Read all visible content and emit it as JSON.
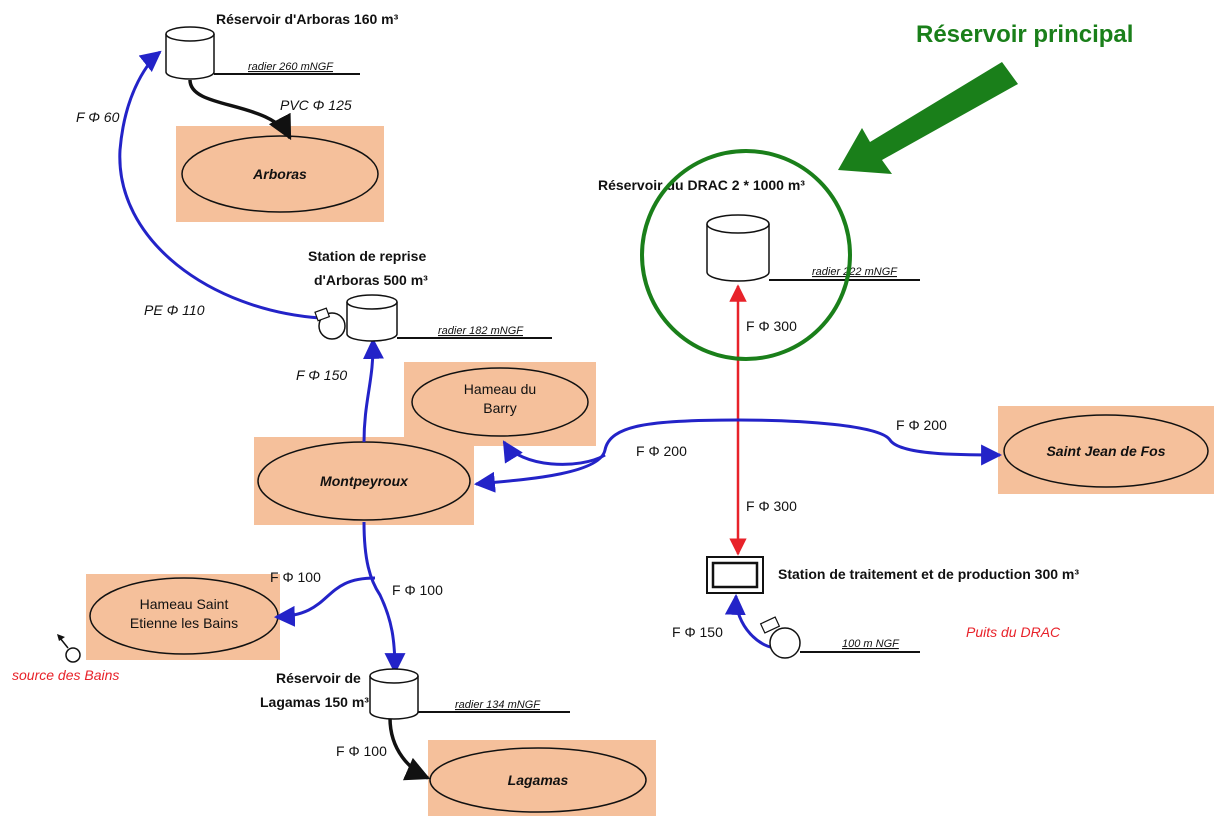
{
  "colors": {
    "pipe_blue": "#2323c8",
    "pipe_red": "#e8222a",
    "pipe_black": "#111111",
    "area_fill": "#f5c09b",
    "highlight_green": "#1a7f1a"
  },
  "highlight": {
    "label": "Réservoir principal"
  },
  "reservoirs": {
    "arboras": {
      "title": "Réservoir d'Arboras 160 m³",
      "radier": "radier 260 mNGF"
    },
    "drac": {
      "title": "Réservoir du DRAC 2 * 1000 m³",
      "radier": "radier 222 mNGF"
    },
    "reprise": {
      "title_line1": "Station de reprise",
      "title_line2": "d'Arboras 500 m³",
      "radier": "radier 182 mNGF"
    },
    "lagamas": {
      "title_line1": "Réservoir de",
      "title_line2": "Lagamas 150 m³",
      "radier": "radier 134 mNGF"
    }
  },
  "areas": {
    "arboras": "Arboras",
    "barry_line1": "Hameau du",
    "barry_line2": "Barry",
    "montpeyroux": "Montpeyroux",
    "saint_jean": "Saint Jean de Fos",
    "saint_etienne_line1": "Hameau Saint",
    "saint_etienne_line2": "Etienne les Bains",
    "lagamas": "Lagamas"
  },
  "treatment": {
    "label": "Station de traitement et de production 300 m³",
    "pump_ngf": "100 m NGF",
    "well_label": "Puits du DRAC"
  },
  "source": {
    "label": "source des Bains"
  },
  "pipes": {
    "f60": "F Φ 60",
    "pvc125": "PVC Φ 125",
    "pe110": "PE Φ 110",
    "f150_reprise": "F Φ 150",
    "f300_top": "F Φ 300",
    "f300_bottom": "F Φ 300",
    "f200_barry": "F Φ 200",
    "f200_saintjean": "F Φ 200",
    "f100_etienne": "F Φ 100",
    "f100_lagamas": "F Φ 100",
    "f100_bottom": "F Φ 100",
    "f150_well": "F Φ 150"
  }
}
